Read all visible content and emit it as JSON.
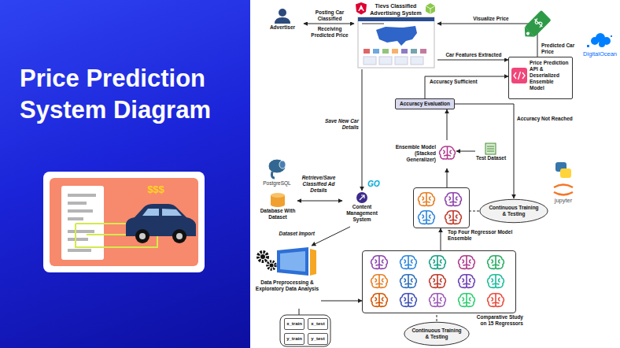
{
  "diagram": {
    "title": "Price Prediction System Diagram",
    "nodes": [
      {
        "text": [
          "Advertiser"
        ]
      },
      {
        "text": [
          "Tievs Classified Advertising System"
        ]
      },
      {
        "text": [
          "Price Prediction API & Deserialized Ensemble Model"
        ]
      },
      {
        "text": [
          "Accuracy Evaluation"
        ]
      },
      {
        "text": [
          "Ensemble Model (Stacked Generalizer)"
        ]
      },
      {
        "text": [
          "Test Dataset"
        ]
      },
      {
        "text": [
          "Continuous Training & Testing"
        ]
      },
      {
        "text": [
          "Top Four Regressor Model Ensemble"
        ]
      },
      {
        "text": [
          "Database With Dataset"
        ]
      },
      {
        "text": [
          "Content Management System"
        ]
      },
      {
        "text": [
          "Data Preprocessing & Exploratory Data Analysis"
        ]
      },
      {
        "text": [
          "Comparative Study on 15 Regressors"
        ]
      },
      {
        "text": [
          "Continuous Training & Testing"
        ]
      },
      {
        "text": [
          "x_train"
        ]
      },
      {
        "text": [
          "x_test"
        ]
      },
      {
        "text": [
          "y_train"
        ]
      },
      {
        "text": [
          "y_test"
        ]
      }
    ],
    "edges": [
      {
        "from": 0,
        "to": 1,
        "label": "Posting Car Classified",
        "arrow": "both"
      },
      {
        "from": 1,
        "to": 2,
        "label": "Car Features Extracted",
        "arrow": "to"
      },
      {
        "from": 2,
        "to": 1,
        "label": "Visualize Price",
        "arrow": "to"
      },
      {
        "from": 3,
        "to": 2,
        "label": "Accuracy Sufficient",
        "arrow": "to"
      },
      {
        "from": 4,
        "to": 3,
        "arrow": "to"
      },
      {
        "from": 5,
        "to": 4,
        "arrow": "to"
      },
      {
        "from": 3,
        "to": 6,
        "label": "Accuracy Not Reached",
        "arrow": "to"
      },
      {
        "from": 6,
        "to": 7,
        "arrow": "none"
      },
      {
        "from": 7,
        "to": 4,
        "arrow": "to"
      },
      {
        "from": 11,
        "to": 7,
        "arrow": "to"
      },
      {
        "from": 12,
        "to": 11,
        "arrow": "none"
      },
      {
        "from": 1,
        "to": 9,
        "label": "Save New Car Details",
        "arrow": "to"
      },
      {
        "from": 8,
        "to": 9,
        "label": "Retrieve/Save Classified Ad Details",
        "arrow": "both"
      },
      {
        "from": 9,
        "to": 10,
        "label": "Dataset Import",
        "arrow": "to"
      },
      {
        "from": 10,
        "to": 11,
        "arrow": "to"
      }
    ],
    "labels": [
      "Receiving Predicted Price",
      "Predicted Car Price",
      "DigitalOcean",
      "PostgreSQL",
      "GO",
      "jupyter",
      "$$$"
    ]
  }
}
